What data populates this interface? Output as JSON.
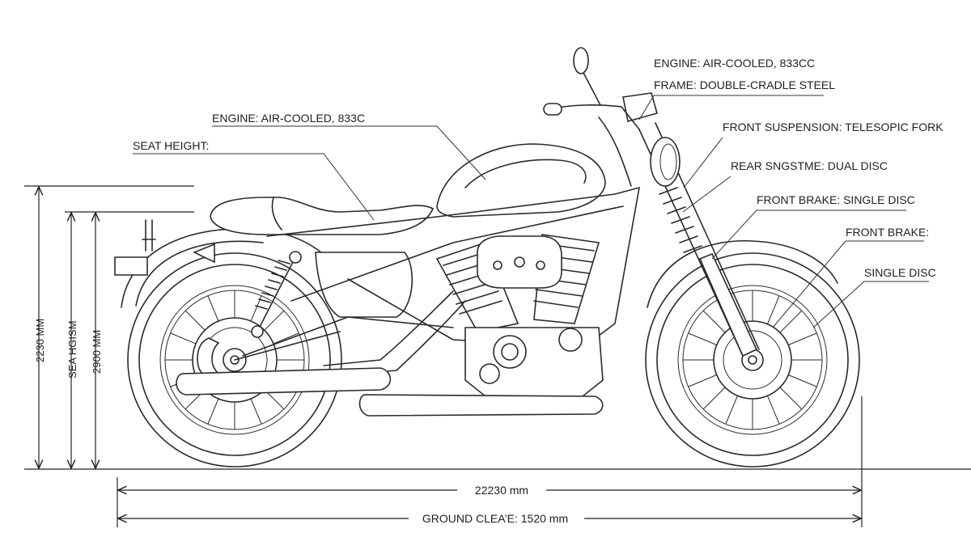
{
  "annotations": {
    "engine_top": "ENGINE: AIR-COOLED, 833CC",
    "frame": "FRAME: DOUBLE-CRADLE STEEL",
    "engine_left": "ENGINE: AIR-COOLED, 833C",
    "seat_height": "SEAT HEIGHT:",
    "front_suspension": "FRONT SUSPENSION: TELESOPIC FORK",
    "rear_brake": "REAR SNGSTME: DUAL DISC",
    "front_brake_1": "FRONT BRAKE: SINGLE DISC",
    "front_brake_2": "FRONT BRAKE:",
    "single_disc": "SINGLE DISC"
  },
  "dimensions": {
    "overall_height": "2230 MM",
    "seat_height_v": "SEA HGISM",
    "height_2": "2900 MM",
    "length": "22230 mm",
    "ground_clearance": "GROUND CLEA’E: 1520 mm"
  },
  "colors": {
    "line": "#2a2a2a",
    "background": "#ffffff"
  }
}
